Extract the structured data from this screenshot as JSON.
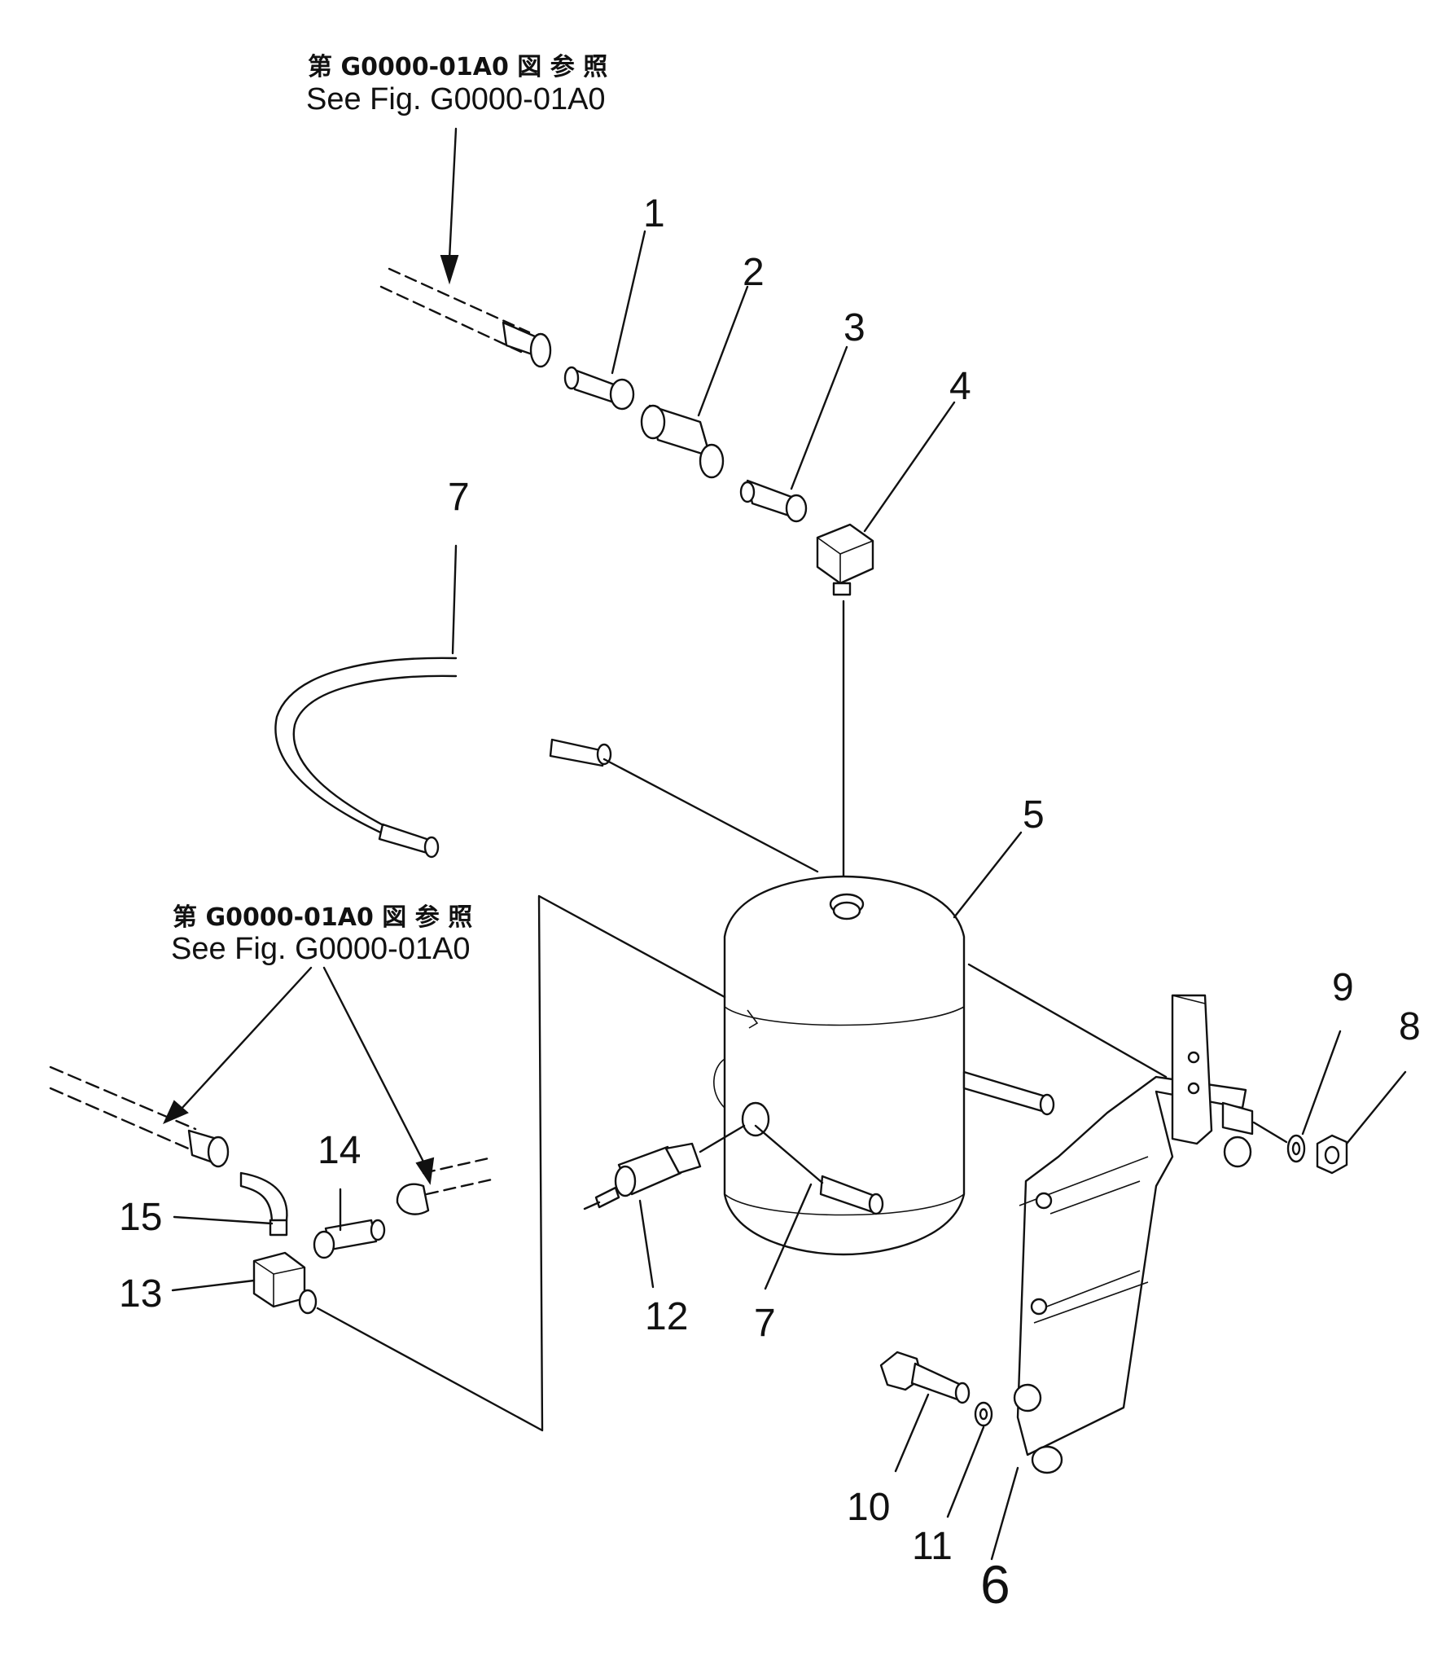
{
  "references": [
    {
      "ja": "第 G0000-01A0 図 参 照",
      "en": "See Fig. G0000-01A0"
    },
    {
      "ja": "第 G0000-01A0 図 参 照",
      "en": "See Fig. G0000-01A0"
    }
  ],
  "callouts": [
    "1",
    "2",
    "3",
    "4",
    "5",
    "6",
    "7",
    "7",
    "8",
    "9",
    "10",
    "11",
    "12",
    "13",
    "14",
    "15"
  ]
}
